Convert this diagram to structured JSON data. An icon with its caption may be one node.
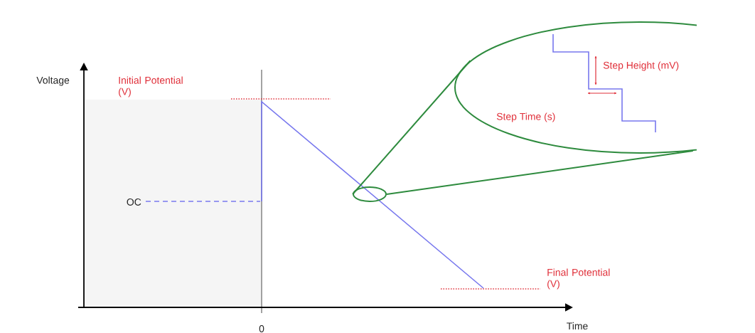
{
  "diagram": {
    "nodes": [
      {
        "text": [],
        "shape": "circle"
      },
      {
        "text": [],
        "shape": "circle"
      }
    ],
    "edges": [
      {
        "from": 0,
        "to": 1,
        "arrow": "none"
      },
      {
        "from": 0,
        "to": 1,
        "arrow": "none"
      }
    ],
    "labels": [
      "Voltage",
      "Initial Potential (V)",
      "OC",
      "Step Height (mV)",
      "Step Time (s)",
      "Final Potential (V)",
      "0",
      "Time"
    ]
  }
}
